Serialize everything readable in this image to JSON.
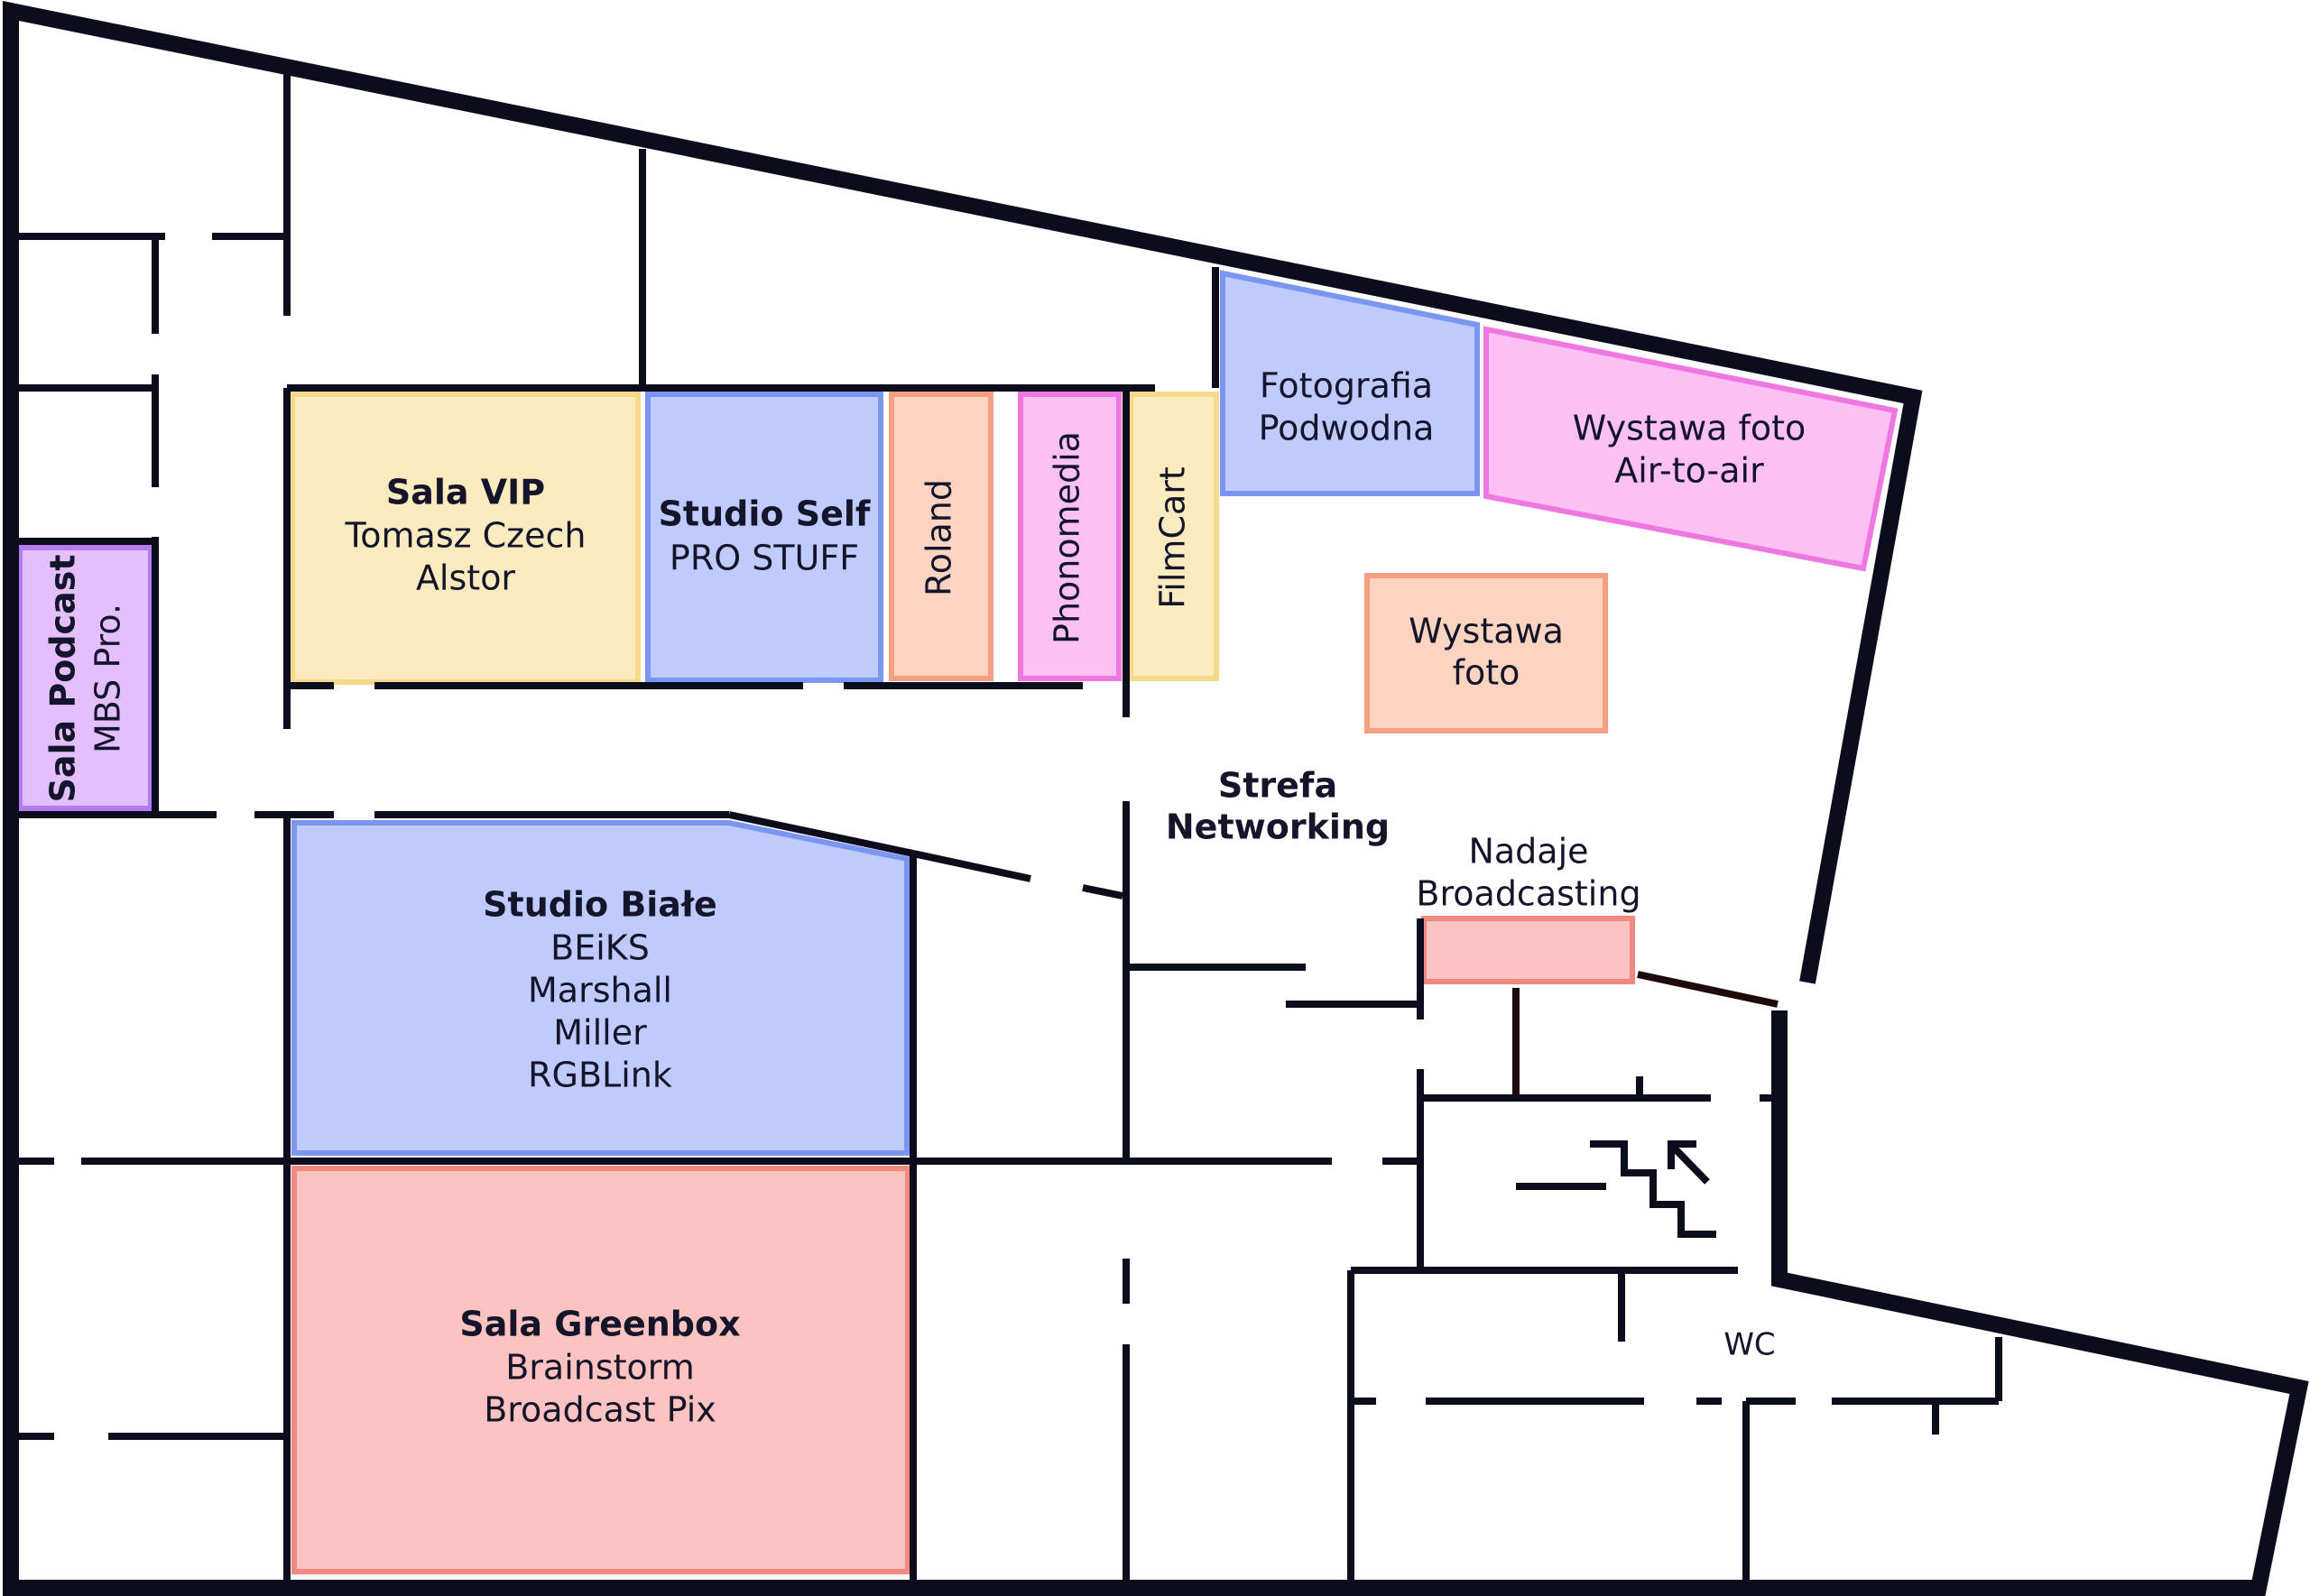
{
  "rooms": {
    "sala_vip": {
      "title": "Sala VIP",
      "lines": [
        "Tomasz Czech",
        "Alstor"
      ],
      "color": "#fdebc0",
      "border": "#f6d98a"
    },
    "studio_self": {
      "title": "Studio Self",
      "lines": [
        "PRO STUFF"
      ],
      "color": "#bfcafd",
      "border": "#7a96f0"
    },
    "roland": {
      "title": "Roland",
      "color": "#fdd4c0",
      "border": "#f4a080"
    },
    "phonomedia": {
      "title": "Phonomedia",
      "color": "#fcc0f3",
      "border": "#ee78e0"
    },
    "filmcart": {
      "title": "FilmCart",
      "color": "#fdebc0",
      "border": "#f6d98a"
    },
    "fotografia_podwodna": {
      "lines": [
        "Fotografia",
        "Podwodna"
      ],
      "color": "#bfcafd",
      "border": "#7a96f0"
    },
    "wystawa_air": {
      "lines": [
        "Wystawa foto",
        "Air-to-air"
      ],
      "color": "#fcc0f3",
      "border": "#ee78e0"
    },
    "wystawa_foto": {
      "lines": [
        "Wystawa",
        "foto"
      ],
      "color": "#fdd4c0",
      "border": "#f4a080"
    },
    "sala_podcast": {
      "title": "Sala Podcast",
      "lines": [
        "MBS Pro."
      ],
      "color": "#e3c0fd",
      "border": "#b47cf0"
    },
    "studio_biale": {
      "title": "Studio Białe",
      "lines": [
        "BEiKS",
        "Marshall",
        "Miller",
        "RGBLink"
      ],
      "color": "#bfcafd",
      "border": "#7a96f0"
    },
    "sala_greenbox": {
      "title": "Sala Greenbox",
      "lines": [
        "Brainstorm",
        "Broadcast Pix"
      ],
      "color": "#fdc3c0",
      "border": "#f08a80"
    },
    "strefa_networking": {
      "lines": [
        "Strefa",
        "Networking"
      ]
    },
    "nadaje": {
      "lines": [
        "Nadaje",
        "Broadcasting"
      ],
      "color": "#fdc3c0",
      "border": "#f08a80"
    },
    "wc": {
      "title": "WC"
    }
  },
  "icons": {
    "stairs": "stairs-up-icon"
  }
}
